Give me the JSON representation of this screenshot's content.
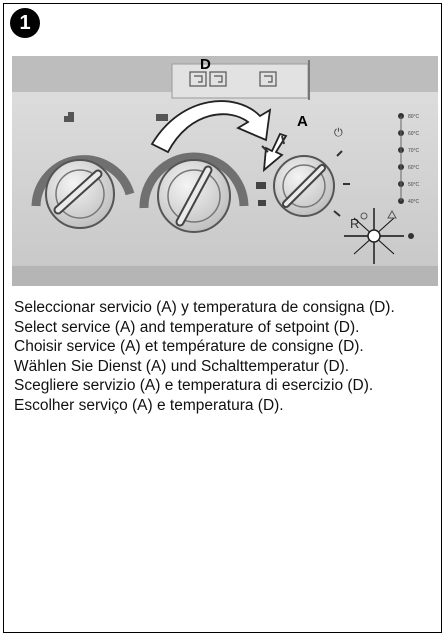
{
  "step_number": "1",
  "diagram": {
    "label_d": "D",
    "label_a": "A",
    "label_r": "R",
    "temperature_scale": [
      "80°C",
      "60°C",
      "70°C",
      "60°C",
      "50°C",
      "40°C"
    ]
  },
  "caption_lines": [
    "Seleccionar servicio (A) y temperatura de consigna (D).",
    "Select service (A) and temperature of setpoint (D).",
    "Choisir service (A) et température de consigne (D).",
    "Wählen Sie Dienst (A) und Schalttemperatur (D).",
    "Scegliere servizio (A) e temperatura di esercizio (D).",
    "Escolher serviço (A) e temperatura (D)."
  ]
}
